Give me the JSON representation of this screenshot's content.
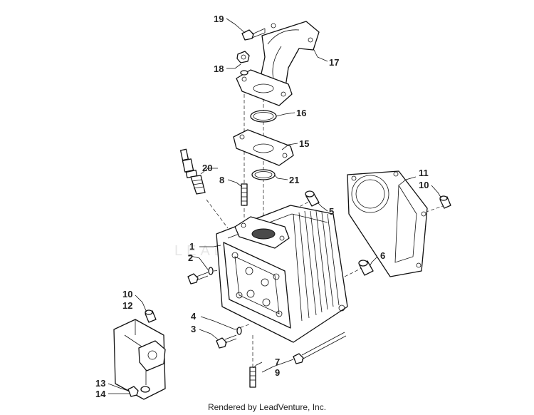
{
  "watermark": "LEADVENTURE",
  "footer": "Rendered by LeadVenture, Inc.",
  "callouts": {
    "c1": "1",
    "c2": "2",
    "c3": "3",
    "c4": "4",
    "c5": "5",
    "c6": "6",
    "c7": "7",
    "c8": "8",
    "c9": "9",
    "c10a": "10",
    "c10b": "10",
    "c11": "11",
    "c12": "12",
    "c13": "13",
    "c14": "14",
    "c15": "15",
    "c16": "16",
    "c17": "17",
    "c18": "18",
    "c19": "19",
    "c20": "20",
    "c21": "21"
  }
}
